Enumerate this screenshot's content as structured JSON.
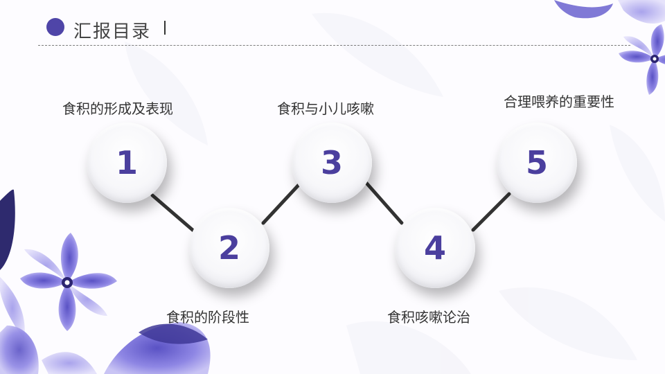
{
  "header": {
    "title": "汇报目录",
    "cursor": "|"
  },
  "agenda": [
    {
      "number": "1",
      "label": "食积的形成及表现"
    },
    {
      "number": "2",
      "label": "食积的阶段性"
    },
    {
      "number": "3",
      "label": "食积与小儿咳嗽"
    },
    {
      "number": "4",
      "label": "食积咳嗽论治"
    },
    {
      "number": "5",
      "label": "合理喂养的重要性"
    }
  ],
  "colors": {
    "accent": "#4f45a8",
    "number": "#4b3f9e",
    "connector": "#333333",
    "flower_light": "#8f86e0",
    "flower_dark": "#3e3796"
  }
}
